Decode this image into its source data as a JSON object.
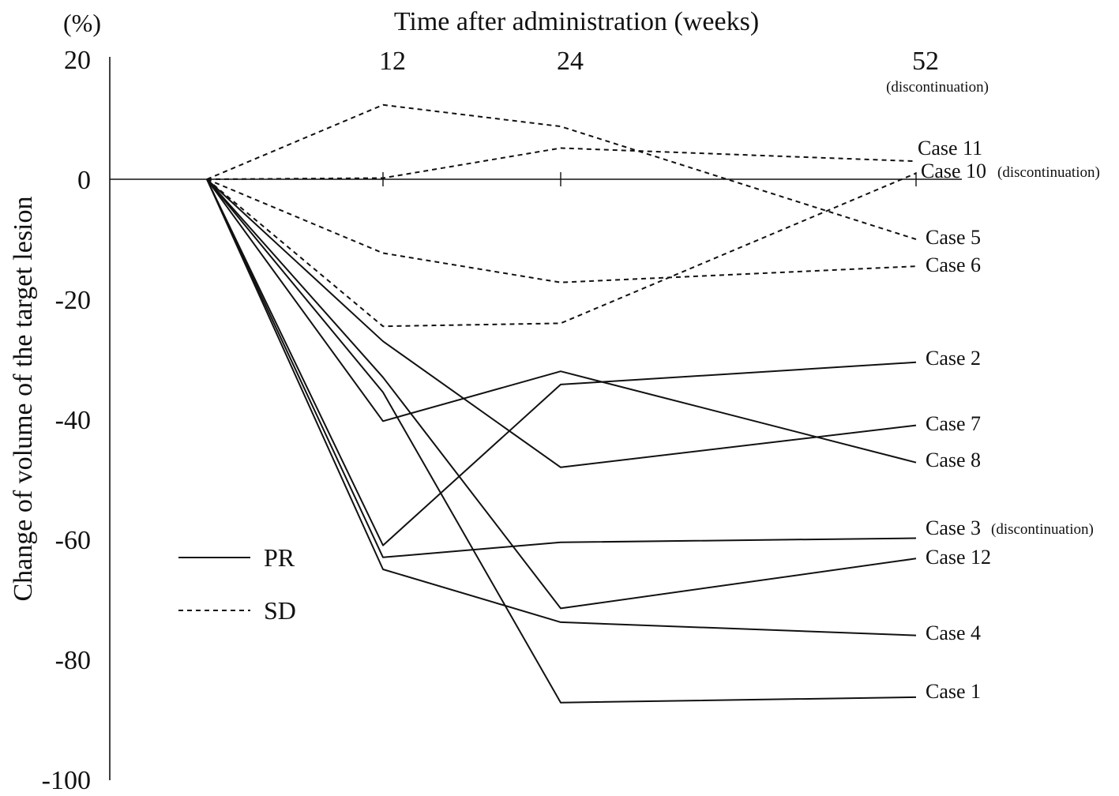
{
  "chart_data": {
    "type": "line",
    "x_title": "Time after administration (weeks)",
    "y_title": "Change of volume of the target lesion",
    "y_unit": "(%)",
    "ylim": [
      -100,
      20
    ],
    "yticks": [
      "20",
      "0",
      "-20",
      "-40",
      "-60",
      "-80",
      "-100"
    ],
    "xticks": [
      "12",
      "24",
      "52"
    ],
    "x_note": "(discontinuation)",
    "x": [
      0,
      12,
      24,
      52
    ],
    "legend": [
      {
        "label": "PR",
        "style": "solid"
      },
      {
        "label": "SD",
        "style": "dashed"
      }
    ],
    "series": [
      {
        "name": "Case 11",
        "style": "dashed",
        "values": [
          0,
          0.2,
          5.2,
          3.0
        ]
      },
      {
        "name": "Case 10",
        "style": "dashed",
        "values": [
          0,
          -24.5,
          -24.0,
          1.0
        ],
        "note": "(discontinuation)"
      },
      {
        "name": "Case 5",
        "style": "dashed",
        "values": [
          0,
          12.4,
          8.8,
          -10.0
        ]
      },
      {
        "name": "Case 6",
        "style": "dashed",
        "values": [
          0,
          -12.3,
          -17.2,
          -14.5
        ]
      },
      {
        "name": "Case 2",
        "style": "solid",
        "values": [
          0,
          -61.0,
          -34.2,
          -30.5
        ]
      },
      {
        "name": "Case 7",
        "style": "solid",
        "values": [
          0,
          -27.0,
          -48.0,
          -41.0
        ]
      },
      {
        "name": "Case 8",
        "style": "solid",
        "values": [
          0,
          -40.3,
          -32.0,
          -47.2
        ]
      },
      {
        "name": "Case 3",
        "style": "solid",
        "values": [
          0,
          -63.0,
          -60.5,
          -59.8
        ],
        "note": "(discontinuation)"
      },
      {
        "name": "Case 12",
        "style": "solid",
        "values": [
          0,
          -33.0,
          -71.5,
          -63.2
        ]
      },
      {
        "name": "Case 4",
        "style": "solid",
        "values": [
          0,
          -65.0,
          -73.8,
          -76.0
        ]
      },
      {
        "name": "Case 1",
        "style": "solid",
        "values": [
          0,
          -35.5,
          -87.2,
          -86.3
        ]
      }
    ]
  }
}
